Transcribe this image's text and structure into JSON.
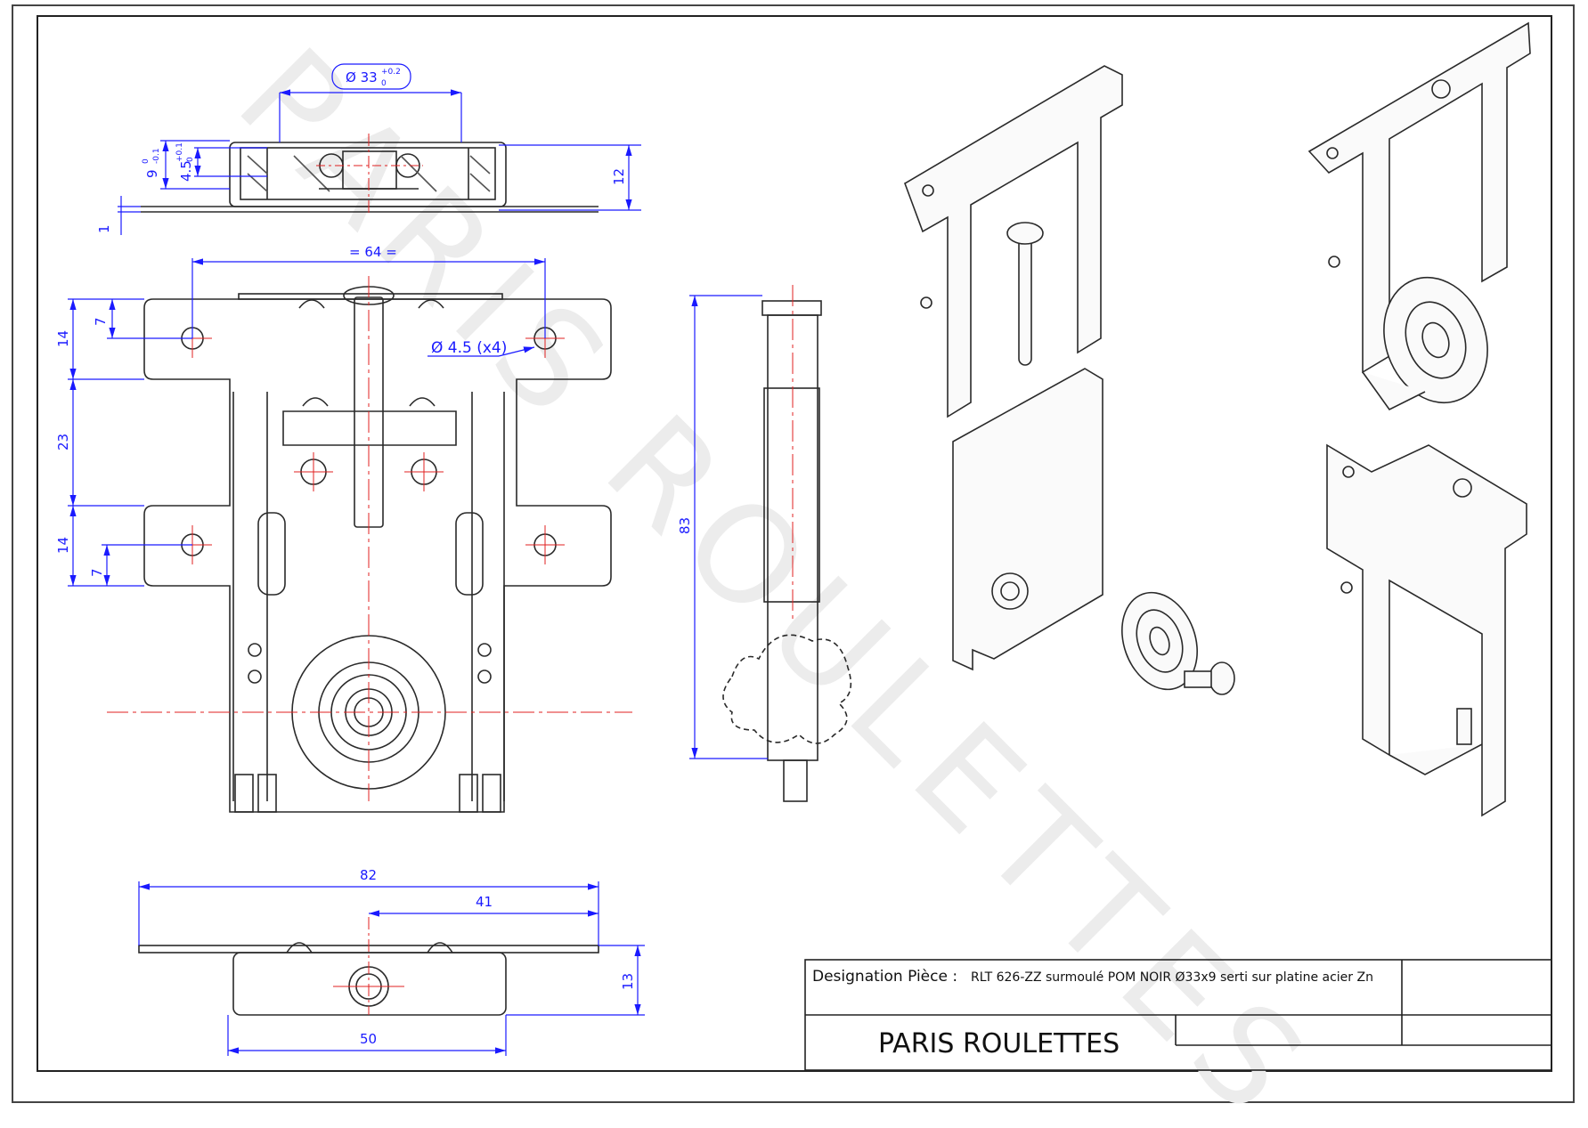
{
  "watermark": "PARIS ROULETTES",
  "title_block": {
    "designation_label": "Designation Pièce :",
    "designation_value": "RLT 626-ZZ surmoulé POM NOIR Ø33x9 serti sur platine acier Zn",
    "company": "PARIS ROULETTES"
  },
  "dimensions": {
    "top_view": {
      "diameter_main": "Ø 33",
      "diameter_tol_upper": "+0.2",
      "diameter_tol_lower": "0",
      "d9": "9",
      "d9_tol_upper": "0",
      "d9_tol_lower": "-0.1",
      "d45": "4.5",
      "d45_tol_upper": "+0.1",
      "d45_tol_lower": "0",
      "d12": "12",
      "d1": "1"
    },
    "front_view": {
      "width": "= 64 =",
      "hole": "Ø 4.5 (x4)",
      "left_14_top": "14",
      "left_7_top": "7",
      "left_23": "23",
      "left_14_bottom": "14",
      "left_7_bottom": "7"
    },
    "side_view": {
      "height": "83"
    },
    "bottom_view": {
      "width": "82",
      "half": "41",
      "inner": "50",
      "height": "13"
    }
  },
  "colors": {
    "line": "#2a2a2a",
    "dimension": "#1a1aff",
    "centerline": "#e02020",
    "watermark": "#ececec"
  }
}
